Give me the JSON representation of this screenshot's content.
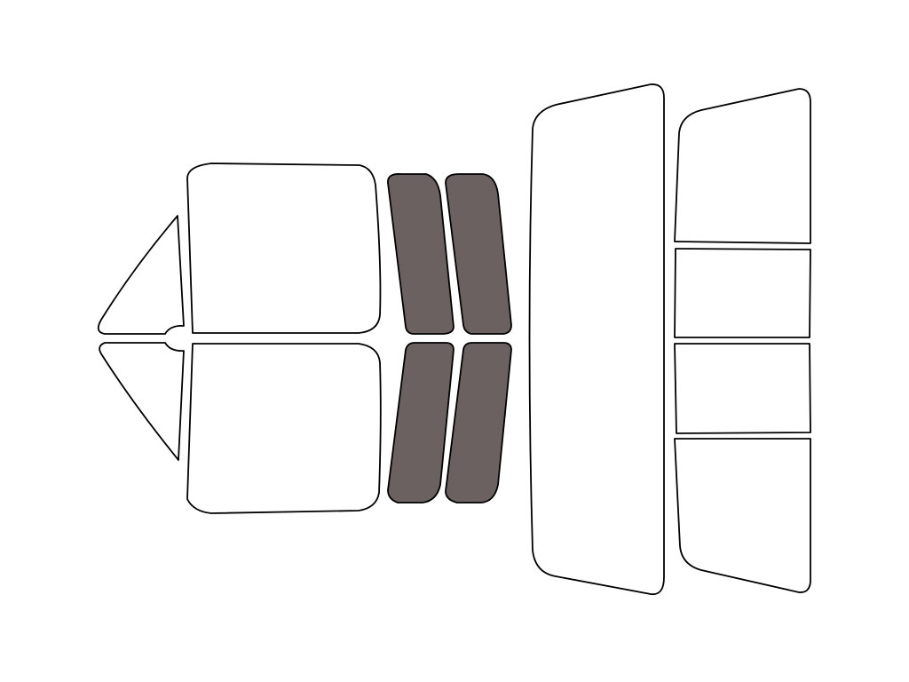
{
  "colors": {
    "background": "#ffffff",
    "outline": "#000000",
    "untinted": "#ffffff",
    "tinted": "#6b6160"
  },
  "windows": [
    {
      "name": "vent-window-top",
      "tinted": false
    },
    {
      "name": "front-door-window-top",
      "tinted": false
    },
    {
      "name": "vent-window-bottom",
      "tinted": false
    },
    {
      "name": "front-door-window-bottom",
      "tinted": false
    },
    {
      "name": "rear-door-window-top-1",
      "tinted": true
    },
    {
      "name": "rear-door-window-top-2",
      "tinted": true
    },
    {
      "name": "rear-door-window-bottom-1",
      "tinted": true
    },
    {
      "name": "rear-door-window-bottom-2",
      "tinted": true
    },
    {
      "name": "windshield",
      "tinted": false
    },
    {
      "name": "rear-window-top",
      "tinted": false
    },
    {
      "name": "rear-window-middle-top",
      "tinted": false
    },
    {
      "name": "rear-window-middle-bottom",
      "tinted": false
    },
    {
      "name": "rear-window-bottom",
      "tinted": false
    }
  ]
}
